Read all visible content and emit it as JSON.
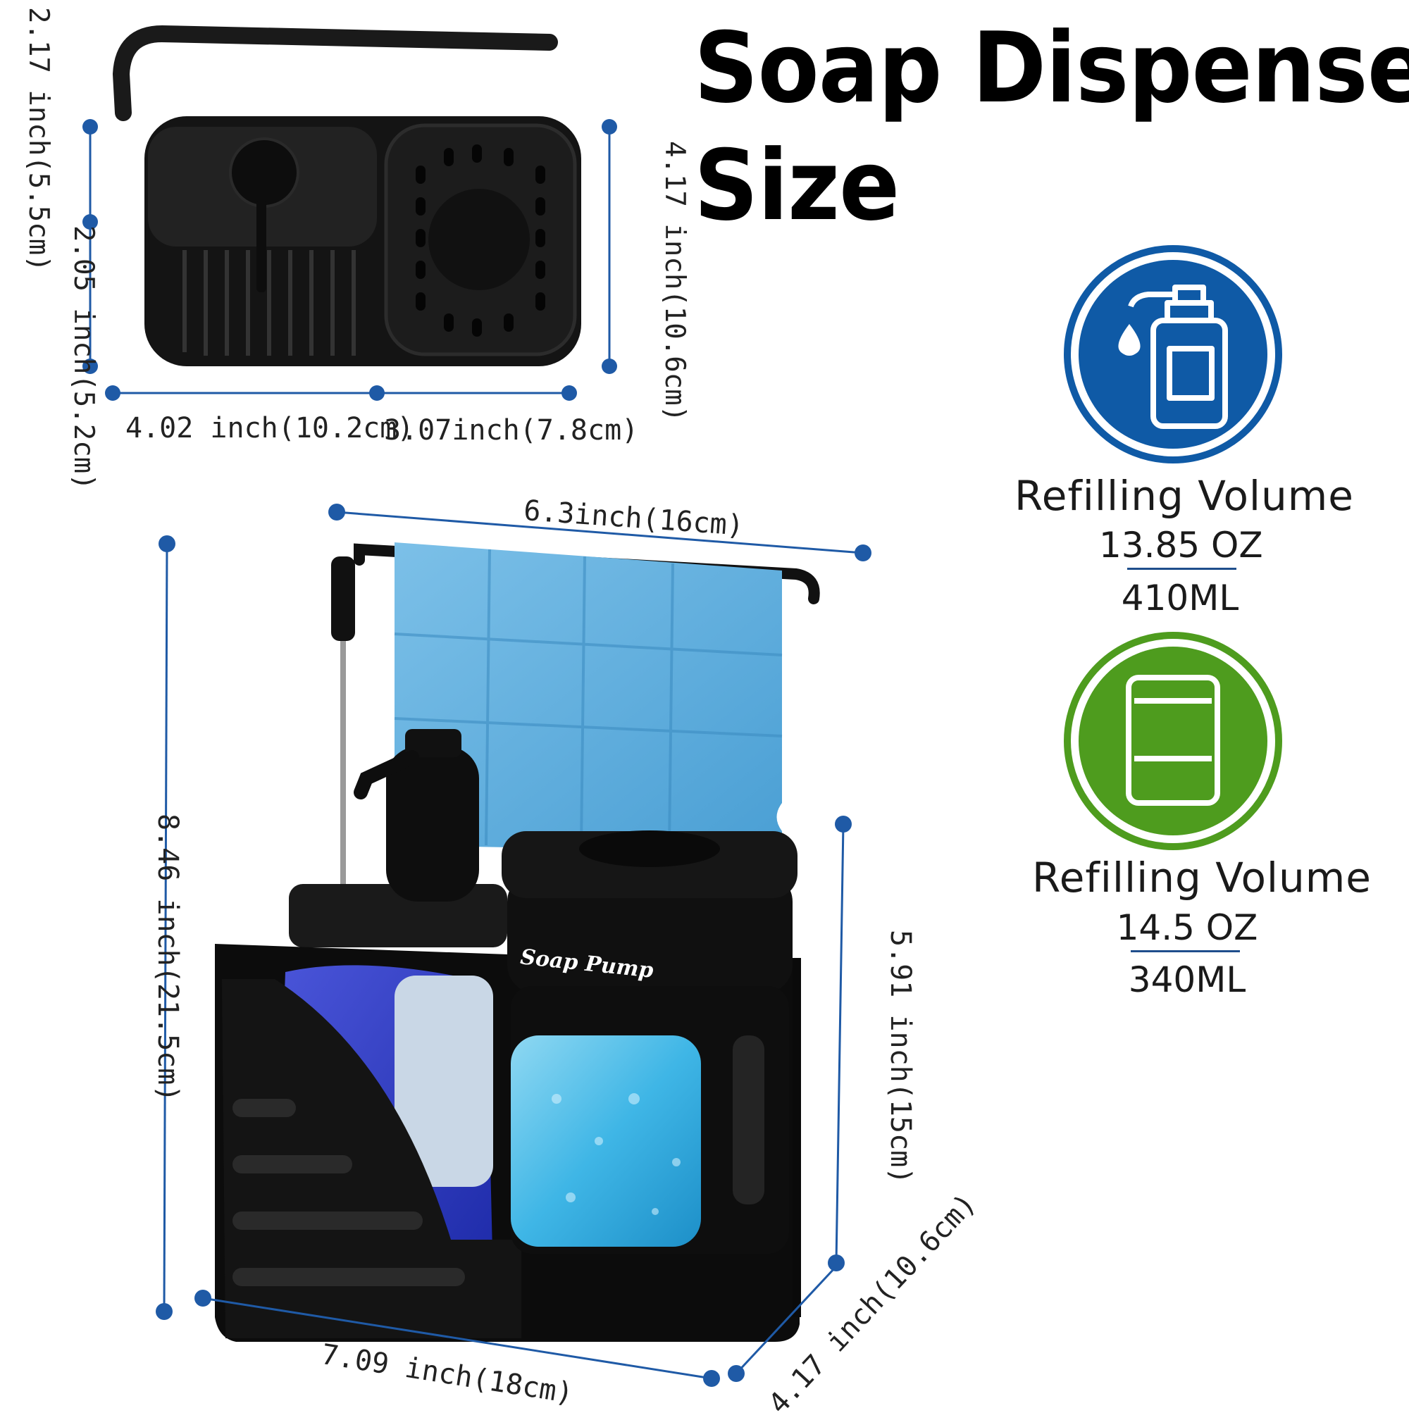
{
  "title": {
    "line1": "Soap Dispenser",
    "line2": "Size"
  },
  "colors": {
    "dimension_line": "#1f5aa6",
    "icon_blue": "#0f5aa6",
    "icon_green": "#4e9c1e"
  },
  "top_view": {
    "left_height_outer": "2.17 inch(5.5cm)",
    "left_height_inner": "2.05 inch(5.2cm)",
    "right_height": "4.17 inch(10.6cm)",
    "width_left": "4.02 inch(10.2cm)",
    "width_right": "3.07inch(7.8cm)"
  },
  "front_view": {
    "top_width": "6.3inch(16cm)",
    "total_height": "8.46 inch(21.5cm)",
    "right_height": "5.91 inch(15cm)",
    "bottom_width": "7.09 inch(18cm)",
    "depth": "4.17 inch(10.6cm)",
    "brand_text": "Soap Pump"
  },
  "volumes": [
    {
      "label": "Refilling Volume",
      "oz": "13.85 OZ",
      "ml": "410ML",
      "icon": "spray-bottle-icon"
    },
    {
      "label": "Refilling Volume",
      "oz": "14.5 OZ",
      "ml": "340ML",
      "icon": "container-icon"
    }
  ]
}
